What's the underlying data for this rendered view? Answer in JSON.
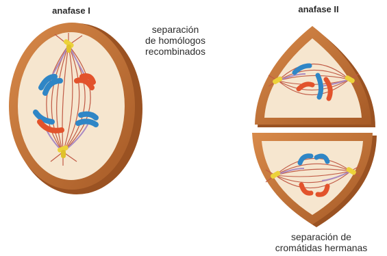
{
  "labels": {
    "anaphase_1_title": "anafase I",
    "anaphase_2_title": "anafase II",
    "anaphase_1_note": [
      "separación",
      "de homólogos",
      "recombinados"
    ],
    "anaphase_2_note": [
      "separación de",
      "cromátidas hermanas"
    ]
  },
  "colors": {
    "cell_rim": "#c7793b",
    "cell_rim_dark": "#8e4c1f",
    "cytoplasm": "#f6e6cf",
    "spindle_fiber": "#c05a45",
    "spindle_fiber_violet": "#a98ac2",
    "centriole": "#ecd23a",
    "chromosome_blue": "#2f86c6",
    "chromosome_red": "#e2532c"
  }
}
